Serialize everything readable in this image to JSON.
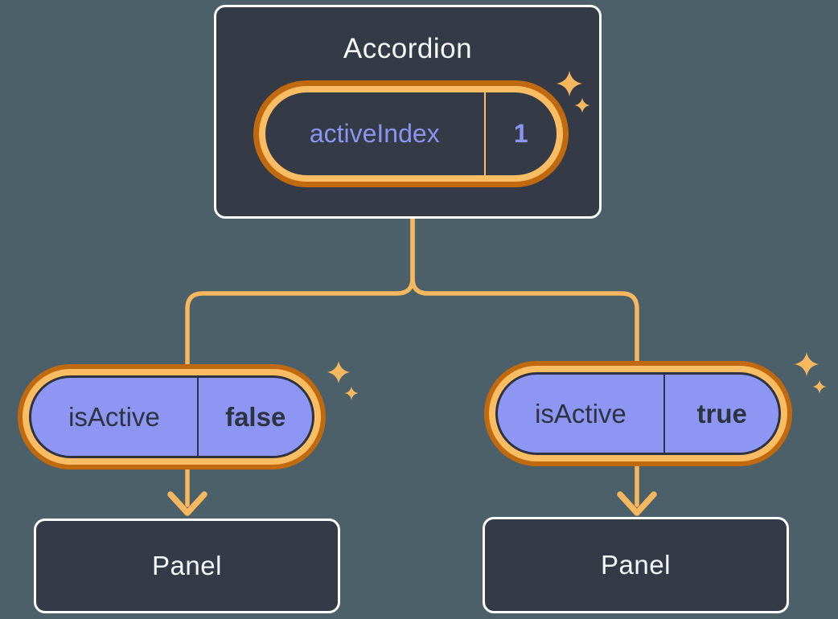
{
  "colors": {
    "background": "#4C6069",
    "node_fill": "#353B46",
    "node_border": "#FFFFFF",
    "node_text": "#F6F7F9",
    "ring_outer_orange": "#C1690E",
    "ring_inner_orange": "#FABD64",
    "connector_orange": "#F6B75F",
    "prop_pill_fill": "#8D97F3",
    "state_text_purple": "#8B94F1",
    "dark_text": "#2D3340"
  },
  "diagram": {
    "root": {
      "title": "Accordion",
      "pill": {
        "label": "activeIndex",
        "value": "1"
      }
    },
    "branches": [
      {
        "pill": {
          "label": "isActive",
          "value": "false"
        },
        "panel": {
          "label": "Panel"
        }
      },
      {
        "pill": {
          "label": "isActive",
          "value": "true"
        },
        "panel": {
          "label": "Panel"
        }
      }
    ]
  }
}
